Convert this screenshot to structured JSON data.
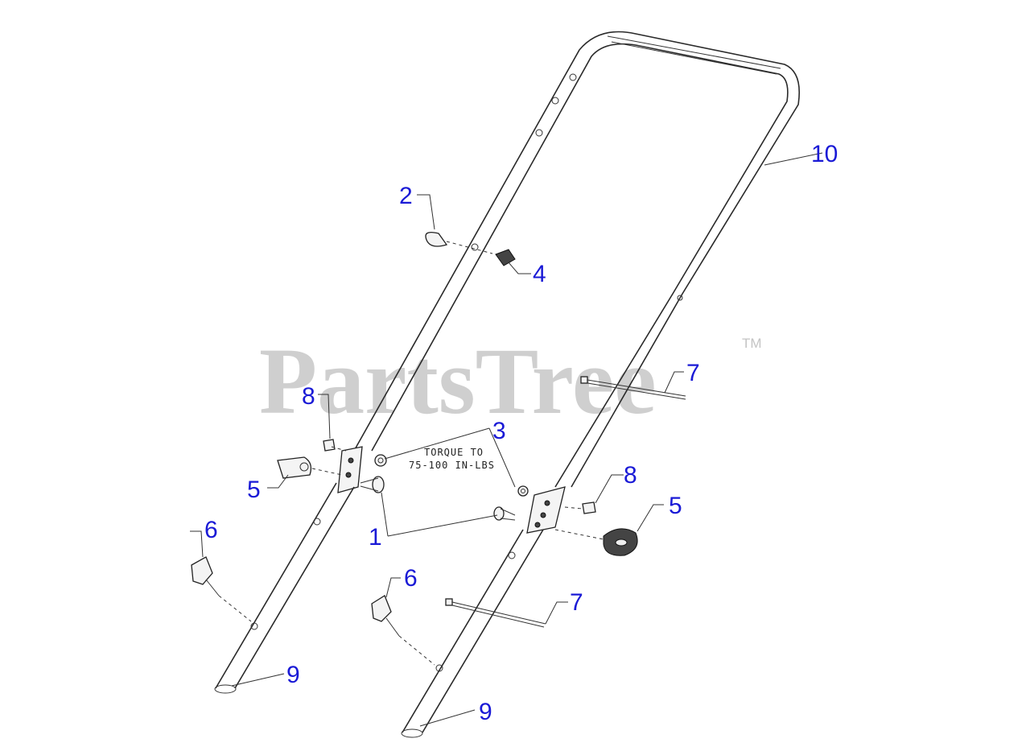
{
  "watermark": {
    "brand": "PartsTree",
    "trademark": "TM"
  },
  "torque_note": {
    "line1": "TORQUE TO",
    "line2": "75-100 IN-LBS"
  },
  "callouts": {
    "c1": "1",
    "c2": "2",
    "c3": "3",
    "c4": "4",
    "c5a": "5",
    "c5b": "5",
    "c6a": "6",
    "c6b": "6",
    "c7a": "7",
    "c7b": "7",
    "c8a": "8",
    "c8b": "8",
    "c9a": "9",
    "c9b": "9",
    "c10": "10"
  },
  "colors": {
    "callout": "#1a1ad6",
    "line_art": "#2a2a2a",
    "watermark": "#cfcfcf"
  }
}
